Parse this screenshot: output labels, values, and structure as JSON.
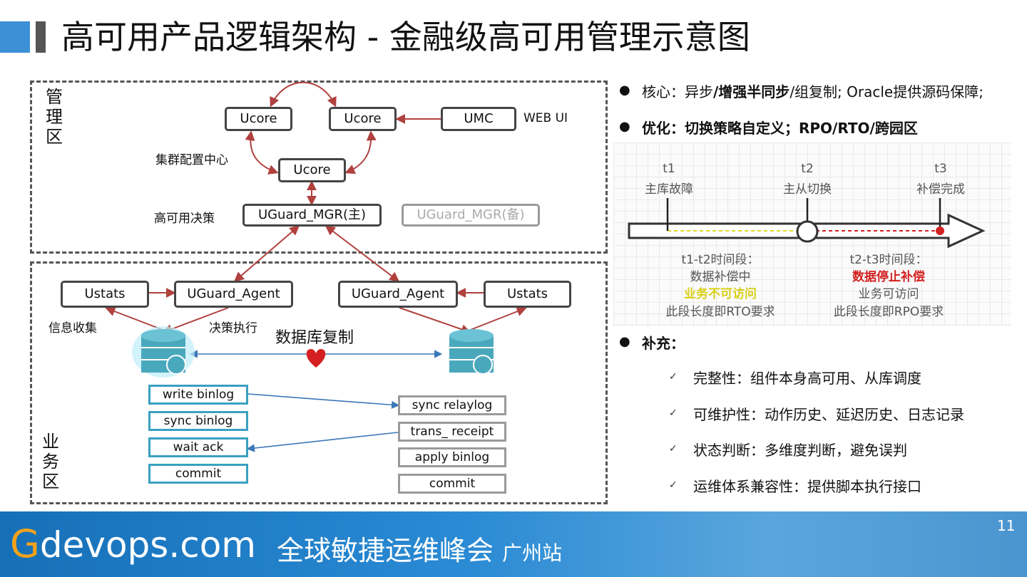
{
  "title": "高可用产品逻辑架构 - 金融级高可用管理示意图",
  "zones": {
    "management": "管\n理\n区",
    "business": "业\n务\n区"
  },
  "management": {
    "ucore_left": "Ucore",
    "ucore_right": "Ucore",
    "ucore_bottom": "Ucore",
    "umc": "UMC",
    "web_ui": "WEB UI",
    "cluster_config": "集群配置中心",
    "ha_decision": "高可用决策",
    "mgr_primary": "UGuard_MGR(主)",
    "mgr_backup": "UGuard_MGR(备)"
  },
  "business": {
    "ustats_left": "Ustats",
    "agent_left": "UGuard_Agent",
    "agent_right": "UGuard_Agent",
    "ustats_right": "Ustats",
    "info_collect": "信息收集",
    "decision_exec": "决策执行",
    "db_replication": "数据库复制",
    "master_steps": [
      "write binlog",
      "sync binlog",
      "wait ack",
      "commit"
    ],
    "slave_steps": [
      "sync relaylog",
      "trans_ receipt",
      "apply binlog",
      "commit"
    ]
  },
  "bullets": {
    "core_prefix": "核心：",
    "core_a": "异步",
    "core_b": "/增强半同步",
    "core_c": "/组复制; Oracle提供源码保障;",
    "opt": "优化：切换策略自定义；RPO/RTO/跨园区",
    "supplement": "补充："
  },
  "timeline": {
    "t1": "t1",
    "t1_desc": "主库故障",
    "t2": "t2",
    "t2_desc": "主从切换",
    "t3": "t3",
    "t3_desc": "补偿完成",
    "seg1_title": "t1-t2时间段：",
    "seg1_line2": "数据补偿中",
    "seg1_line3": "业务不可访问",
    "seg1_line4": "此段长度即RTO要求",
    "seg2_title": "t2-t3时间段：",
    "seg2_line2": "数据停止补偿",
    "seg2_line3": "业务可访问",
    "seg2_line4": "此段长度即RPO要求"
  },
  "supplements": [
    {
      "tick": "✓",
      "text": "完整性：组件本身高可用、从库调度"
    },
    {
      "tick": "✓",
      "text": "可维护性：动作历史、延迟历史、日志记录"
    },
    {
      "tick": "✓",
      "text": "状态判断：多维度判断，避免误判"
    },
    {
      "tick": "✓",
      "text": "运维体系兼容性：提供脚本执行接口"
    }
  ],
  "footer": {
    "brand_g": "G",
    "brand_rest": "devops.com",
    "slogan": "全球敏捷运维峰会",
    "slogan_sub": "广州站",
    "page": "11"
  },
  "colors": {
    "accent_blue": "#3d8fd6",
    "arrow_red": "#b0413e",
    "db_teal": "#4aa8bd",
    "highlight_yellow": "#e0d820",
    "highlight_red": "#d42020"
  }
}
